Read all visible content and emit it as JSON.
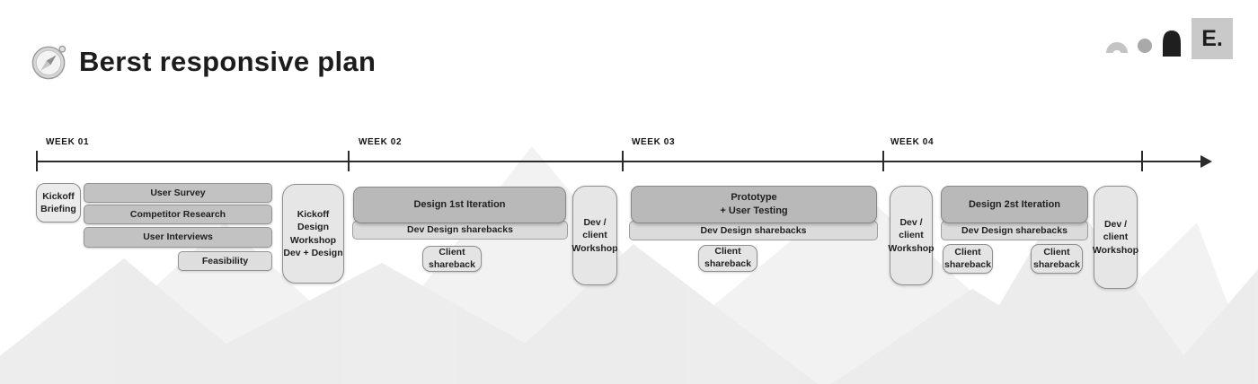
{
  "header": {
    "title": "Berst responsive plan",
    "title_icon": "compass-icon",
    "logo_badge": "E."
  },
  "colors": {
    "background": "#ffffff",
    "mountain_light": "#f2f2f2",
    "mountain_mid": "#ebebeb",
    "timeline": "#2b2b2b",
    "bar_dark": "#c2c2c2",
    "bar_light": "#dedede",
    "box_big": "#b9b9b9",
    "box_share": "#dbdbdb",
    "box_tall": "#e6e6e6",
    "logo_badge_bg": "#c9c9c9"
  },
  "timeline": {
    "weeks": [
      {
        "label": "WEEK 01"
      },
      {
        "label": "WEEK 02"
      },
      {
        "label": "WEEK 03"
      },
      {
        "label": "WEEK 04"
      }
    ]
  },
  "board": {
    "boxes": [
      {
        "id": "kickoff-briefing",
        "label": "Kickoff\nBriefing"
      },
      {
        "id": "user-survey",
        "label": "User Survey"
      },
      {
        "id": "competitor-research",
        "label": "Competitor Research"
      },
      {
        "id": "user-interviews",
        "label": "User Interviews"
      },
      {
        "id": "feasibility",
        "label": "Feasibility"
      },
      {
        "id": "kickoff-design-workshop",
        "label": "Kickoff\nDesign\nWorkshop\nDev + Design"
      },
      {
        "id": "design-1st-iteration",
        "label": "Design 1st Iteration"
      },
      {
        "id": "dev-design-sharebacks-1",
        "label": "Dev Design sharebacks"
      },
      {
        "id": "client-shareback-1",
        "label": "Client\nshareback"
      },
      {
        "id": "dev-client-workshop-1",
        "label": "Dev /\nclient\nWorkshop"
      },
      {
        "id": "prototype-user-testing",
        "label": "Prototype\n+ User Testing"
      },
      {
        "id": "dev-design-sharebacks-2",
        "label": "Dev Design sharebacks"
      },
      {
        "id": "client-shareback-2",
        "label": "Client\nshareback"
      },
      {
        "id": "dev-client-workshop-2",
        "label": "Dev /\nclient\nWorkshop"
      },
      {
        "id": "design-2st-iteration",
        "label": "Design 2st Iteration"
      },
      {
        "id": "dev-design-sharebacks-3",
        "label": "Dev Design sharebacks"
      },
      {
        "id": "client-shareback-3",
        "label": "Client\nshareback"
      },
      {
        "id": "client-shareback-4",
        "label": "Client\nshareback"
      },
      {
        "id": "dev-client-workshop-3",
        "label": "Dev /\nclient\nWorkshop"
      }
    ]
  }
}
